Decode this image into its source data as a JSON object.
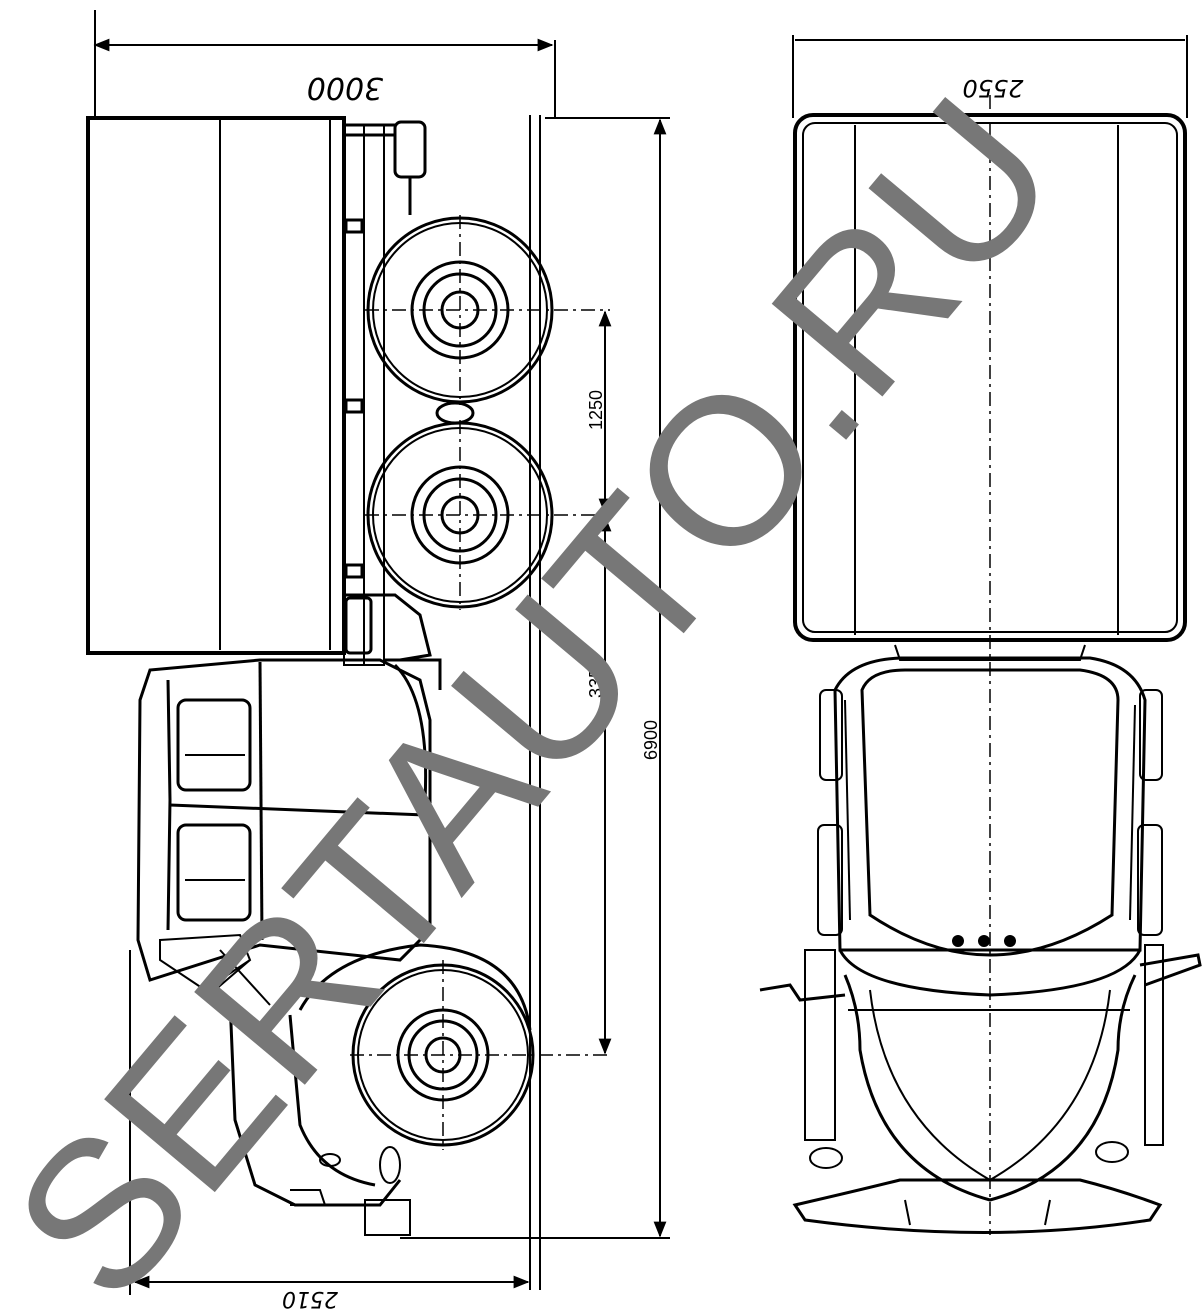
{
  "dimensions": {
    "side_length_top": "3000",
    "wheelbase_rear_bogie": "1250",
    "wheelbase_front_to_bogie": "3350",
    "overall_length": "6900",
    "front_width": "2510",
    "overall_width": "2550"
  },
  "watermark": {
    "text": "SERTAUTO.RU",
    "color": "#777777"
  },
  "colors": {
    "line": "#000000",
    "background": "#ffffff"
  }
}
